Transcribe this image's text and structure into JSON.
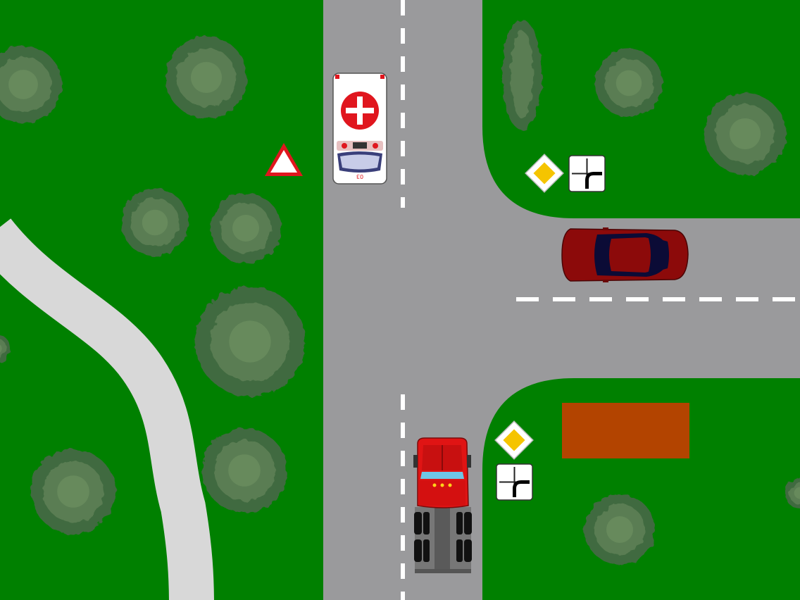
{
  "scene": {
    "colors": {
      "grass": "#008000",
      "road": "#9a9a9c",
      "footpath": "#d8d8d8",
      "road_marking": "#ffffff",
      "tree_outer": "#3f6a3f",
      "tree_inner": "#5a7d52",
      "building": "#b34400"
    },
    "vehicles": [
      {
        "name": "ambulance",
        "icon": "ambulance-icon",
        "label": "03",
        "direction": "south",
        "body_color": "#ffffff",
        "cross_color": "#e0161e"
      },
      {
        "name": "red-car",
        "icon": "car-icon",
        "direction": "west",
        "body_color": "#8c0a0a",
        "glass_color": "#0b0b36"
      },
      {
        "name": "red-truck",
        "icon": "truck-icon",
        "direction": "north",
        "body_color": "#e01414",
        "chassis_color": "#5a5a5a"
      }
    ],
    "signs": [
      {
        "name": "give-way-sign",
        "icon": "yield-triangle-icon",
        "border_color": "#e0161e"
      },
      {
        "name": "priority-road-sign-ne",
        "icon": "priority-road-diamond-icon",
        "fill_color": "#f5c400"
      },
      {
        "name": "priority-direction-plate-ne",
        "icon": "main-road-direction-plate-icon"
      },
      {
        "name": "priority-road-sign-se",
        "icon": "priority-road-diamond-icon",
        "fill_color": "#f5c400"
      },
      {
        "name": "priority-direction-plate-se",
        "icon": "main-road-direction-plate-icon"
      }
    ]
  }
}
